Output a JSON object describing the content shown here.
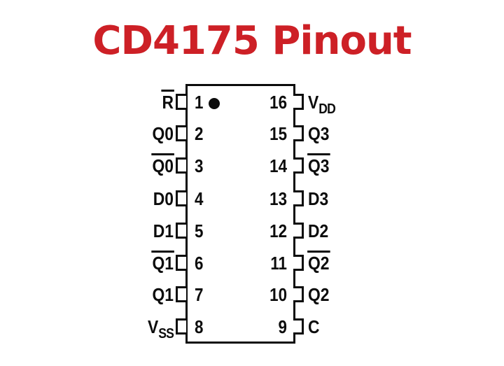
{
  "title": "CD4175 Pinout",
  "colors": {
    "title_red": "#cd2026",
    "line_black": "#0c0c0c",
    "background": "#ffffff"
  },
  "icons": {
    "pin1_marker": "filled-circle-dot"
  },
  "ic": {
    "package": "16-pin DIP outline",
    "left_pins": [
      {
        "number": "1",
        "label": "R",
        "overline": true
      },
      {
        "number": "2",
        "label": "Q0",
        "overline": false
      },
      {
        "number": "3",
        "label": "Q0",
        "overline": true
      },
      {
        "number": "4",
        "label": "D0",
        "overline": false
      },
      {
        "number": "5",
        "label": "D1",
        "overline": false
      },
      {
        "number": "6",
        "label": "Q1",
        "overline": true
      },
      {
        "number": "7",
        "label": "Q1",
        "overline": false
      },
      {
        "number": "8",
        "label": "V",
        "sub": "SS",
        "overline": false
      }
    ],
    "right_pins": [
      {
        "number": "16",
        "label": "V",
        "sub": "DD",
        "overline": false
      },
      {
        "number": "15",
        "label": "Q3",
        "overline": false
      },
      {
        "number": "14",
        "label": "Q3",
        "overline": true
      },
      {
        "number": "13",
        "label": "D3",
        "overline": false
      },
      {
        "number": "12",
        "label": "D2",
        "overline": false
      },
      {
        "number": "11",
        "label": "Q2",
        "overline": true
      },
      {
        "number": "10",
        "label": "Q2",
        "overline": false
      },
      {
        "number": "9",
        "label": "C",
        "overline": false
      }
    ]
  }
}
